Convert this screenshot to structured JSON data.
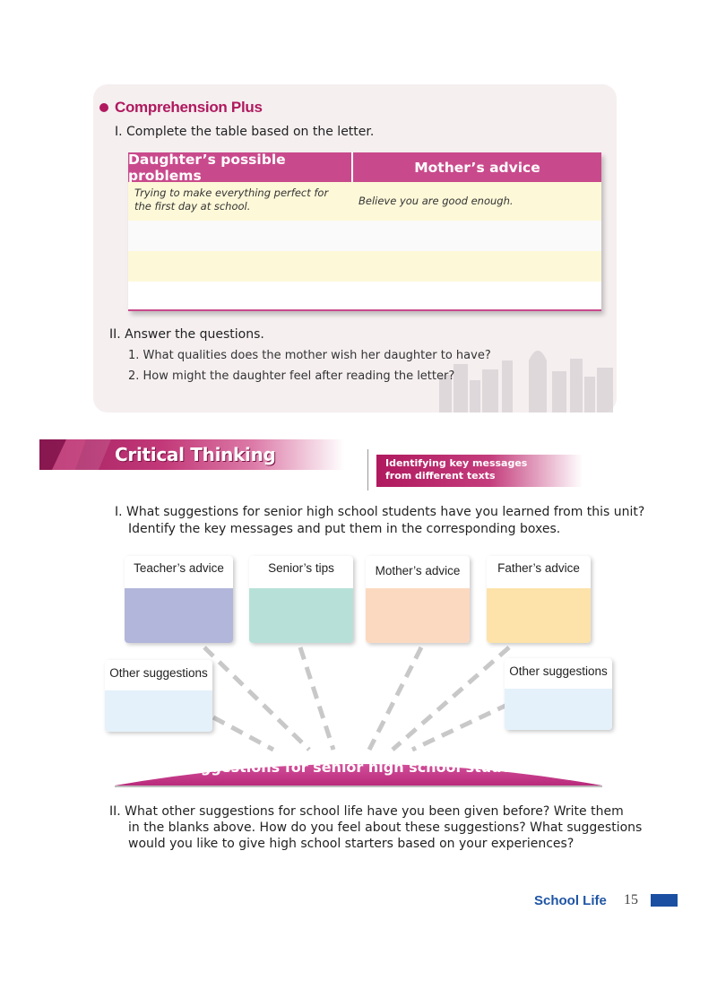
{
  "comprehension": {
    "title": "Comprehension Plus",
    "part1": "I.  Complete the table based on the letter.",
    "table": {
      "headers": [
        "Daughter’s possible problems",
        "Mother’s advice"
      ],
      "rows": [
        [
          "Trying to make everything perfect for the first day at school.",
          "Believe you are good enough."
        ],
        [
          "",
          ""
        ],
        [
          "",
          ""
        ],
        [
          "",
          ""
        ]
      ]
    },
    "part2": "II.  Answer the questions.",
    "questions": [
      "1.  What qualities does the mother wish her daughter to have?",
      "2.  How might the daughter feel after reading the letter?"
    ]
  },
  "critical": {
    "title": "Critical Thinking",
    "tag_line1": "Identifying key messages",
    "tag_line2": "from different texts",
    "q1_line1": "I.  What suggestions for senior high school students have you learned from this unit?",
    "q1_line2": "Identify the key messages and put them in the corresponding boxes.",
    "boxes": [
      {
        "label": "Teacher’s advice",
        "color": "#b1b6da"
      },
      {
        "label": "Senior’s tips",
        "color": "#b7e1d8"
      },
      {
        "label": "Mother’s advice",
        "color": "#fbd9c0"
      },
      {
        "label": "Father’s advice",
        "color": "#fde3a9"
      },
      {
        "label": "Other suggestions",
        "color": "#e4f1fa"
      },
      {
        "label": "Other suggestions",
        "color": "#e4f1fa"
      }
    ],
    "base_label": "Suggestions for senior high school students",
    "q2_line1": "II.  What other suggestions for school life have you been given before? Write them",
    "q2_line2": "in the blanks above. How do you feel about these suggestions? What suggestions",
    "q2_line3": "would you like to give high school starters based on your experiences?"
  },
  "footer": {
    "title": "School Life",
    "page": "15",
    "accent": "#1a4fa2"
  }
}
